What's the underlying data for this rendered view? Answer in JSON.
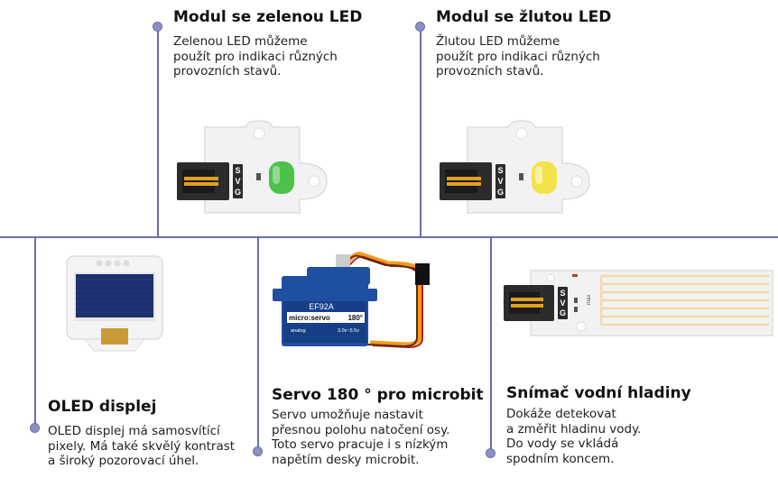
{
  "modules": {
    "green_led": {
      "title": "Modul se zelenou LED",
      "description": "Zelenou LED můžeme\npoužít pro indikaci různých\nprovozních stavů."
    },
    "yellow_led": {
      "title": "Modul se žlutou LED",
      "description": "Žlutou LED můžeme\npoužít pro indikaci různých\nprovozních stavů."
    },
    "oled": {
      "title": "OLED displej",
      "description": "OLED displej má samosvítící\npixely. Má také skvělý kontrast\na široký pozorovací úhel."
    },
    "servo": {
      "title": "Servo 180 ° pro microbit",
      "description": "Servo umožňuje nastavit\npřesnou polohu natočení osy.\nToto servo pracuje i s nízkým\nnapětím desky microbit.",
      "label_model": "EF92A",
      "label_brand": "micro:servo",
      "label_angle": "180°",
      "label_type": "analog",
      "label_voltage": "3.0v~5.5v"
    },
    "water": {
      "title": "Snímač vodní hladiny",
      "description": "Dokáže detekovat\na změřit hladinu vody.\nDo vody se vkládá\nspodním koncem.",
      "label_max": "max"
    }
  },
  "pin_labels": [
    "S",
    "V",
    "G"
  ],
  "colors": {
    "line": "#6b6fa8",
    "led_green": "#4cc24a",
    "led_yellow": "#f2e34a",
    "board": "#f2f2f2",
    "servo_blue": "#1f4fa0",
    "sensor_trace": "#f3d9a6"
  }
}
